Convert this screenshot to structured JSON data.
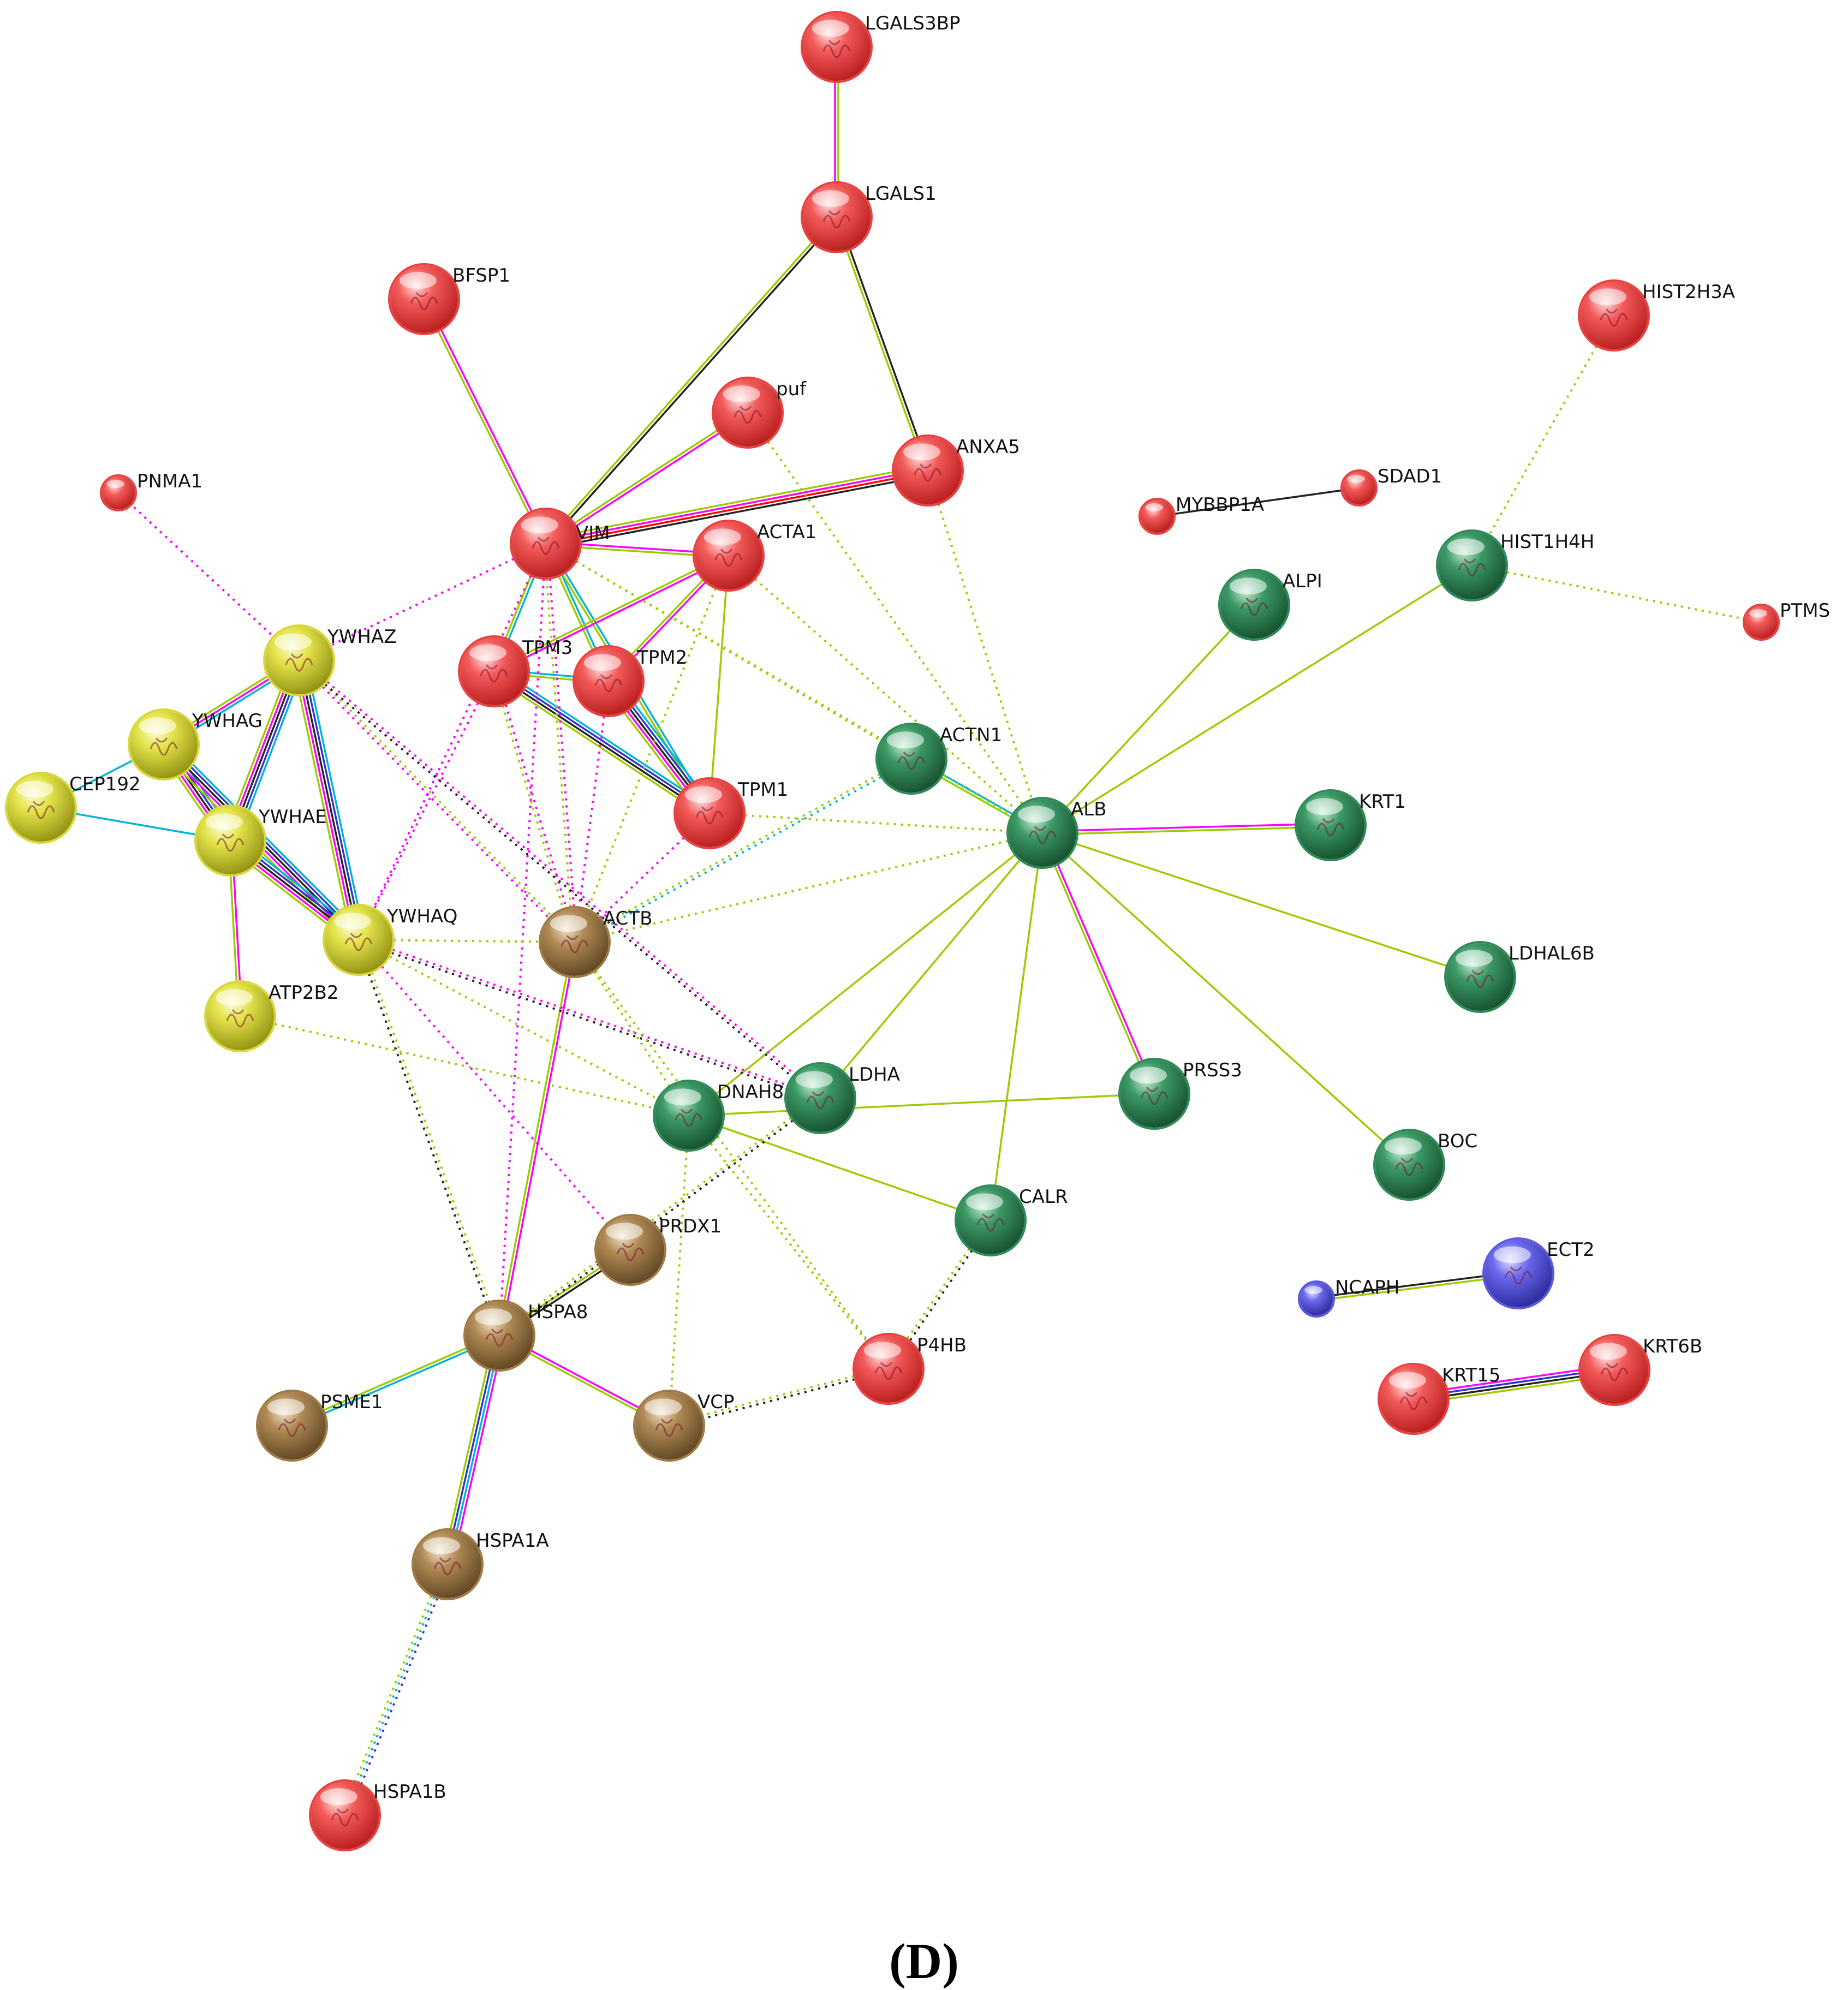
{
  "panel_label": "(D)",
  "colors": {
    "red": "#e8413f",
    "yellow": "#d8d83a",
    "green": "#2e8b57",
    "brown": "#a07a45",
    "blue": "#5a58e0",
    "edge_experimental": "#ff00ff",
    "edge_database": "#00b4d8",
    "edge_textmining": "#9ccc00",
    "edge_coexpression": "#222222",
    "edge_fusion": "#ff0000",
    "edge_homology": "#3333cc"
  },
  "nodes": [
    {
      "id": "LGALS3BP",
      "label": "LGALS3BP",
      "cluster": "red"
    },
    {
      "id": "LGALS1",
      "label": "LGALS1",
      "cluster": "red"
    },
    {
      "id": "BFSP1",
      "label": "BFSP1",
      "cluster": "red"
    },
    {
      "id": "puf",
      "label": "puf",
      "cluster": "red"
    },
    {
      "id": "ANXA5",
      "label": "ANXA5",
      "cluster": "red"
    },
    {
      "id": "VIM",
      "label": "VIM",
      "cluster": "red"
    },
    {
      "id": "ACTA1",
      "label": "ACTA1",
      "cluster": "red"
    },
    {
      "id": "TPM3",
      "label": "TPM3",
      "cluster": "red"
    },
    {
      "id": "TPM2",
      "label": "TPM2",
      "cluster": "red"
    },
    {
      "id": "TPM1",
      "label": "TPM1",
      "cluster": "red"
    },
    {
      "id": "PNMA1",
      "label": "PNMA1",
      "cluster": "red",
      "small": true
    },
    {
      "id": "HIST2H3A",
      "label": "HIST2H3A",
      "cluster": "red"
    },
    {
      "id": "MYBBP1A",
      "label": "MYBBP1A",
      "cluster": "red",
      "small": true
    },
    {
      "id": "SDAD1",
      "label": "SDAD1",
      "cluster": "red",
      "small": true
    },
    {
      "id": "PTMS",
      "label": "PTMS",
      "cluster": "red",
      "small": true
    },
    {
      "id": "P4HB",
      "label": "P4HB",
      "cluster": "red"
    },
    {
      "id": "HSPA1B",
      "label": "HSPA1B",
      "cluster": "red"
    },
    {
      "id": "KRT15",
      "label": "KRT15",
      "cluster": "red"
    },
    {
      "id": "KRT6B",
      "label": "KRT6B",
      "cluster": "red"
    },
    {
      "id": "YWHAZ",
      "label": "YWHAZ",
      "cluster": "yellow"
    },
    {
      "id": "YWHAG",
      "label": "YWHAG",
      "cluster": "yellow"
    },
    {
      "id": "CEP192",
      "label": "CEP192",
      "cluster": "yellow"
    },
    {
      "id": "YWHAE",
      "label": "YWHAE",
      "cluster": "yellow"
    },
    {
      "id": "YWHAQ",
      "label": "YWHAQ",
      "cluster": "yellow"
    },
    {
      "id": "ATP2B2",
      "label": "ATP2B2",
      "cluster": "yellow"
    },
    {
      "id": "HIST1H4H",
      "label": "HIST1H4H",
      "cluster": "green"
    },
    {
      "id": "ALPI",
      "label": "ALPI",
      "cluster": "green"
    },
    {
      "id": "ACTN1",
      "label": "ACTN1",
      "cluster": "green"
    },
    {
      "id": "ALB",
      "label": "ALB",
      "cluster": "green"
    },
    {
      "id": "KRT1",
      "label": "KRT1",
      "cluster": "green"
    },
    {
      "id": "LDHAL6B",
      "label": "LDHAL6B",
      "cluster": "green"
    },
    {
      "id": "PRSS3",
      "label": "PRSS3",
      "cluster": "green"
    },
    {
      "id": "BOC",
      "label": "BOC",
      "cluster": "green"
    },
    {
      "id": "LDHA",
      "label": "LDHA",
      "cluster": "green"
    },
    {
      "id": "DNAH8",
      "label": "DNAH8",
      "cluster": "green"
    },
    {
      "id": "CALR",
      "label": "CALR",
      "cluster": "green"
    },
    {
      "id": "ACTB",
      "label": "ACTB",
      "cluster": "brown"
    },
    {
      "id": "PRDX1",
      "label": "PRDX1",
      "cluster": "brown"
    },
    {
      "id": "HSPA8",
      "label": "HSPA8",
      "cluster": "brown"
    },
    {
      "id": "PSME1",
      "label": "PSME1",
      "cluster": "brown"
    },
    {
      "id": "VCP",
      "label": "VCP",
      "cluster": "brown"
    },
    {
      "id": "HSPA1A",
      "label": "HSPA1A",
      "cluster": "brown"
    },
    {
      "id": "ECT2",
      "label": "ECT2",
      "cluster": "blue"
    },
    {
      "id": "NCAPH",
      "label": "NCAPH",
      "cluster": "blue",
      "small": true
    }
  ],
  "edges": [
    {
      "source": "LGALS3BP",
      "target": "LGALS1",
      "types": [
        "textmining",
        "experimental"
      ]
    },
    {
      "source": "LGALS1",
      "target": "VIM",
      "types": [
        "coexpression",
        "textmining"
      ]
    },
    {
      "source": "LGALS1",
      "target": "ANXA5",
      "types": [
        "coexpression",
        "textmining"
      ]
    },
    {
      "source": "BFSP1",
      "target": "VIM",
      "types": [
        "experimental",
        "textmining"
      ]
    },
    {
      "source": "puf",
      "target": "VIM",
      "types": [
        "experimental",
        "textmining"
      ]
    },
    {
      "source": "ANXA5",
      "target": "VIM",
      "types": [
        "coexpression",
        "fusion",
        "experimental",
        "textmining"
      ]
    },
    {
      "source": "VIM",
      "target": "ACTA1",
      "types": [
        "experimental",
        "textmining"
      ]
    },
    {
      "source": "VIM",
      "target": "TPM3",
      "types": [
        "database",
        "textmining"
      ]
    },
    {
      "source": "VIM",
      "target": "TPM2",
      "types": [
        "database",
        "textmining"
      ]
    },
    {
      "source": "VIM",
      "target": "TPM1",
      "types": [
        "database",
        "textmining"
      ]
    },
    {
      "source": "ACTA1",
      "target": "TPM3",
      "types": [
        "experimental",
        "textmining"
      ]
    },
    {
      "source": "ACTA1",
      "target": "TPM2",
      "types": [
        "experimental",
        "textmining"
      ]
    },
    {
      "source": "ACTA1",
      "target": "TPM1",
      "types": [
        "textmining"
      ]
    },
    {
      "source": "TPM3",
      "target": "TPM2",
      "types": [
        "database",
        "textmining"
      ]
    },
    {
      "source": "TPM3",
      "target": "TPM1",
      "types": [
        "database",
        "homology",
        "coexpression",
        "textmining"
      ]
    },
    {
      "source": "TPM2",
      "target": "TPM1",
      "types": [
        "database",
        "homology",
        "coexpression",
        "experimental",
        "textmining"
      ]
    },
    {
      "source": "YWHAZ",
      "target": "YWHAG",
      "types": [
        "database",
        "experimental",
        "textmining"
      ]
    },
    {
      "source": "YWHAZ",
      "target": "YWHAE",
      "types": [
        "database",
        "homology",
        "coexpression",
        "experimental",
        "textmining"
      ]
    },
    {
      "source": "YWHAZ",
      "target": "YWHAQ",
      "types": [
        "database",
        "homology",
        "coexpression",
        "experimental",
        "textmining"
      ]
    },
    {
      "source": "YWHAG",
      "target": "YWHAE",
      "types": [
        "database",
        "homology",
        "coexpression",
        "experimental",
        "textmining"
      ]
    },
    {
      "source": "YWHAG",
      "target": "YWHAQ",
      "types": [
        "database",
        "homology",
        "coexpression",
        "experimental",
        "textmining"
      ]
    },
    {
      "source": "YWHAE",
      "target": "YWHAQ",
      "types": [
        "database",
        "homology",
        "coexpression",
        "experimental",
        "textmining"
      ]
    },
    {
      "source": "CEP192",
      "target": "YWHAG",
      "types": [
        "database"
      ]
    },
    {
      "source": "CEP192",
      "target": "YWHAE",
      "types": [
        "database"
      ]
    },
    {
      "source": "YWHAE",
      "target": "ATP2B2",
      "types": [
        "experimental",
        "textmining"
      ]
    },
    {
      "source": "MYBBP1A",
      "target": "SDAD1",
      "types": [
        "coexpression"
      ]
    },
    {
      "source": "ACTN1",
      "target": "ALB",
      "types": [
        "database",
        "textmining"
      ]
    },
    {
      "source": "ALB",
      "target": "ALPI",
      "types": [
        "textmining"
      ]
    },
    {
      "source": "ALB",
      "target": "HIST1H4H",
      "types": [
        "textmining"
      ]
    },
    {
      "source": "ALB",
      "target": "KRT1",
      "types": [
        "experimental",
        "textmining"
      ]
    },
    {
      "source": "ALB",
      "target": "LDHAL6B",
      "types": [
        "textmining"
      ]
    },
    {
      "source": "ALB",
      "target": "PRSS3",
      "types": [
        "experimental",
        "textmining"
      ]
    },
    {
      "source": "ALB",
      "target": "BOC",
      "types": [
        "textmining"
      ]
    },
    {
      "source": "ALB",
      "target": "CALR",
      "types": [
        "textmining"
      ]
    },
    {
      "source": "ALB",
      "target": "LDHA",
      "types": [
        "textmining"
      ]
    },
    {
      "source": "ALB",
      "target": "DNAH8",
      "types": [
        "textmining"
      ]
    },
    {
      "source": "DNAH8",
      "target": "PRSS3",
      "types": [
        "textmining"
      ]
    },
    {
      "source": "DNAH8",
      "target": "CALR",
      "types": [
        "textmining"
      ]
    },
    {
      "source": "ACTB",
      "target": "HSPA8",
      "types": [
        "experimental",
        "textmining"
      ]
    },
    {
      "source": "PRDX1",
      "target": "HSPA8",
      "types": [
        "coexpression",
        "textmining"
      ]
    },
    {
      "source": "HSPA8",
      "target": "PSME1",
      "types": [
        "database",
        "textmining"
      ]
    },
    {
      "source": "HSPA8",
      "target": "VCP",
      "types": [
        "experimental",
        "textmining"
      ]
    },
    {
      "source": "HSPA8",
      "target": "HSPA1A",
      "types": [
        "experimental",
        "database",
        "homology",
        "textmining"
      ]
    },
    {
      "source": "NCAPH",
      "target": "ECT2",
      "types": [
        "coexpression",
        "textmining"
      ]
    },
    {
      "source": "KRT15",
      "target": "KRT6B",
      "types": [
        "experimental",
        "homology",
        "coexpression",
        "textmining"
      ]
    },
    {
      "source": "HSPA1A",
      "target": "HSPA1B",
      "types": [
        "homology",
        "database",
        "textmining"
      ],
      "dotted": true
    },
    {
      "source": "PNMA1",
      "target": "YWHAZ",
      "types": [
        "experimental"
      ],
      "dotted": true
    },
    {
      "source": "HIST2H3A",
      "target": "HIST1H4H",
      "types": [
        "textmining"
      ],
      "dotted": true
    },
    {
      "source": "HIST1H4H",
      "target": "PTMS",
      "types": [
        "textmining"
      ],
      "dotted": true
    },
    {
      "source": "VIM",
      "target": "YWHAZ",
      "types": [
        "experimental"
      ],
      "dotted": true
    },
    {
      "source": "VIM",
      "target": "YWHAQ",
      "types": [
        "experimental"
      ],
      "dotted": true
    },
    {
      "source": "VIM",
      "target": "ACTB",
      "types": [
        "experimental",
        "textmining"
      ],
      "dotted": true
    },
    {
      "source": "VIM",
      "target": "HSPA8",
      "types": [
        "experimental"
      ],
      "dotted": true
    },
    {
      "source": "VIM",
      "target": "ALB",
      "types": [
        "textmining"
      ],
      "dotted": true
    },
    {
      "source": "VIM",
      "target": "ACTN1",
      "types": [
        "textmining"
      ],
      "dotted": true
    },
    {
      "source": "ACTA1",
      "target": "ALB",
      "types": [
        "textmining"
      ],
      "dotted": true
    },
    {
      "source": "ACTA1",
      "target": "ACTB",
      "types": [
        "textmining"
      ],
      "dotted": true
    },
    {
      "source": "TPM3",
      "target": "ACTB",
      "types": [
        "experimental",
        "textmining"
      ],
      "dotted": true
    },
    {
      "source": "TPM3",
      "target": "YWHAQ",
      "types": [
        "experimental"
      ],
      "dotted": true
    },
    {
      "source": "TPM2",
      "target": "ACTB",
      "types": [
        "experimental"
      ],
      "dotted": true
    },
    {
      "source": "TPM1",
      "target": "ACTB",
      "types": [
        "experimental"
      ],
      "dotted": true
    },
    {
      "source": "TPM1",
      "target": "ALB",
      "types": [
        "textmining"
      ],
      "dotted": true
    },
    {
      "source": "ANXA5",
      "target": "ALB",
      "types": [
        "textmining"
      ],
      "dotted": true
    },
    {
      "source": "puf",
      "target": "ALB",
      "types": [
        "textmining"
      ],
      "dotted": true
    },
    {
      "source": "ACTN1",
      "target": "ACTB",
      "types": [
        "database",
        "textmining"
      ],
      "dotted": true
    },
    {
      "source": "ALB",
      "target": "ACTB",
      "types": [
        "textmining"
      ],
      "dotted": true
    },
    {
      "source": "YWHAQ",
      "target": "ACTB",
      "types": [
        "textmining"
      ],
      "dotted": true
    },
    {
      "source": "YWHAZ",
      "target": "ACTB",
      "types": [
        "textmining",
        "experimental"
      ],
      "dotted": true
    },
    {
      "source": "YWHAZ",
      "target": "LDHA",
      "types": [
        "experimental",
        "coexpression"
      ],
      "dotted": true
    },
    {
      "source": "YWHAQ",
      "target": "LDHA",
      "types": [
        "experimental",
        "coexpression"
      ],
      "dotted": true
    },
    {
      "source": "YWHAQ",
      "target": "HSPA8",
      "types": [
        "textmining",
        "coexpression"
      ],
      "dotted": true
    },
    {
      "source": "YWHAQ",
      "target": "PRDX1",
      "types": [
        "experimental"
      ],
      "dotted": true
    },
    {
      "source": "YWHAQ",
      "target": "DNAH8",
      "types": [
        "textmining"
      ],
      "dotted": true
    },
    {
      "source": "ATP2B2",
      "target": "DNAH8",
      "types": [
        "textmining"
      ],
      "dotted": true
    },
    {
      "source": "ACTB",
      "target": "DNAH8",
      "types": [
        "textmining"
      ],
      "dotted": true
    },
    {
      "source": "ACTB",
      "target": "P4HB",
      "types": [
        "textmining"
      ],
      "dotted": true
    },
    {
      "source": "DNAH8",
      "target": "VCP",
      "types": [
        "textmining"
      ],
      "dotted": true
    },
    {
      "source": "DNAH8",
      "target": "P4HB",
      "types": [
        "textmining"
      ],
      "dotted": true
    },
    {
      "source": "LDHA",
      "target": "HSPA8",
      "types": [
        "coexpression",
        "textmining"
      ],
      "dotted": true
    },
    {
      "source": "CALR",
      "target": "P4HB",
      "types": [
        "coexpression",
        "textmining"
      ],
      "dotted": true
    },
    {
      "source": "P4HB",
      "target": "VCP",
      "types": [
        "coexpression",
        "textmining"
      ],
      "dotted": true
    }
  ]
}
